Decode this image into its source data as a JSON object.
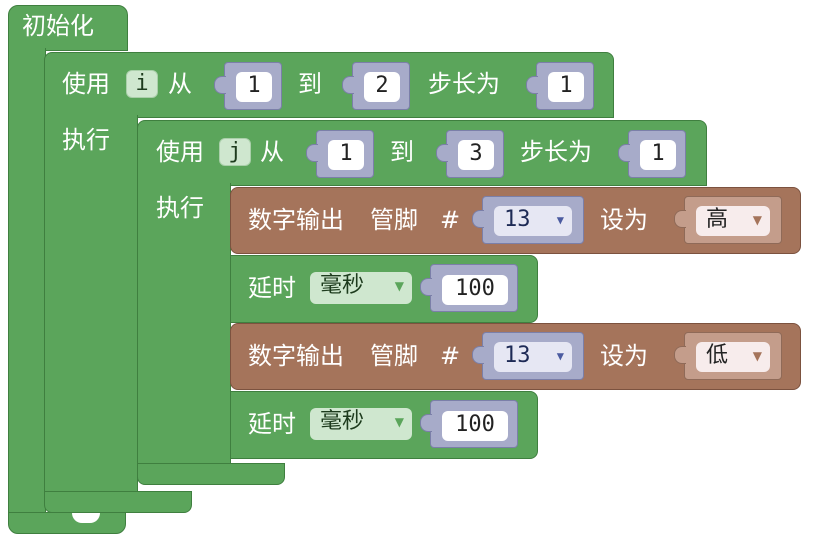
{
  "init": {
    "label": "初始化"
  },
  "loop_i": {
    "use": "使用",
    "var": "i",
    "from": "从",
    "start": "1",
    "to": "到",
    "end": "2",
    "step_label": "步长为",
    "step": "1",
    "do": "执行"
  },
  "loop_j": {
    "use": "使用",
    "var": "j",
    "from": "从",
    "start": "1",
    "to": "到",
    "end": "3",
    "step_label": "步长为",
    "step": "1",
    "do": "执行"
  },
  "stmts": [
    {
      "title": "数字输出",
      "pin_label": "管脚",
      "hash": "#",
      "pin": "13",
      "set_label": "设为",
      "level": "高"
    },
    {
      "title": "延时",
      "unit": "毫秒",
      "ms": "100"
    },
    {
      "title": "数字输出",
      "pin_label": "管脚",
      "hash": "#",
      "pin": "13",
      "set_label": "设为",
      "level": "低"
    },
    {
      "title": "延时",
      "unit": "毫秒",
      "ms": "100"
    }
  ],
  "colors": {
    "logic_green": "#5ba55b",
    "io_brown": "#a5745b",
    "number_blue": "#a7abc9"
  }
}
